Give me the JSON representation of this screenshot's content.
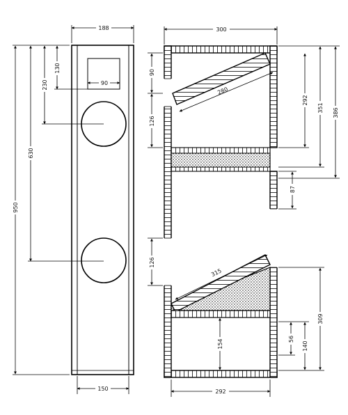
{
  "front_view": {
    "labels": {
      "width_top": "188",
      "width_bottom": "150",
      "height_total": "950",
      "woofer_center": "630",
      "top_driver_center": "230",
      "panel_top": "130",
      "panel_width": "90"
    }
  },
  "side_view": {
    "labels": {
      "depth_top": "300",
      "depth_bottom": "292",
      "upper_reflector_len": "280",
      "lower_reflector_len": "315",
      "upper_gap": "90",
      "upper_chamber": "126",
      "lower_chamber": "126",
      "right_upper": "292",
      "right_mid": "351",
      "right_total": "386",
      "port_height": "87",
      "lower_total": "309",
      "lower_mid": "140",
      "lower_small": "56",
      "bottom_gap": "154"
    }
  }
}
